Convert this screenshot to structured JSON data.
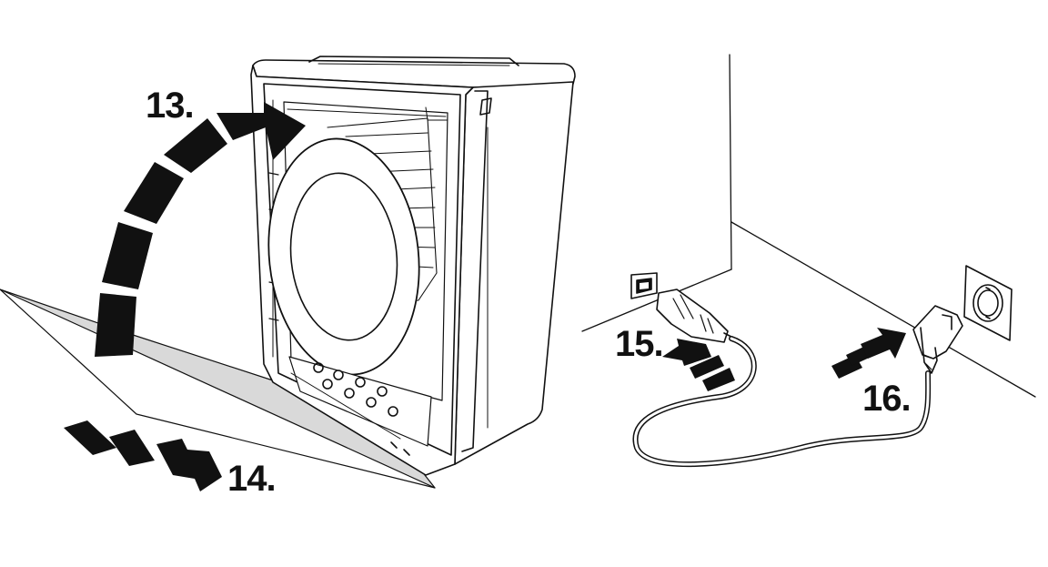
{
  "steps": {
    "step13": "13.",
    "step14": "14.",
    "step15": "15.",
    "step16": "16."
  },
  "colors": {
    "line": "#111111",
    "filter_sheet": "#d9d9d9",
    "arrow": "#111111",
    "background": "#ffffff"
  }
}
